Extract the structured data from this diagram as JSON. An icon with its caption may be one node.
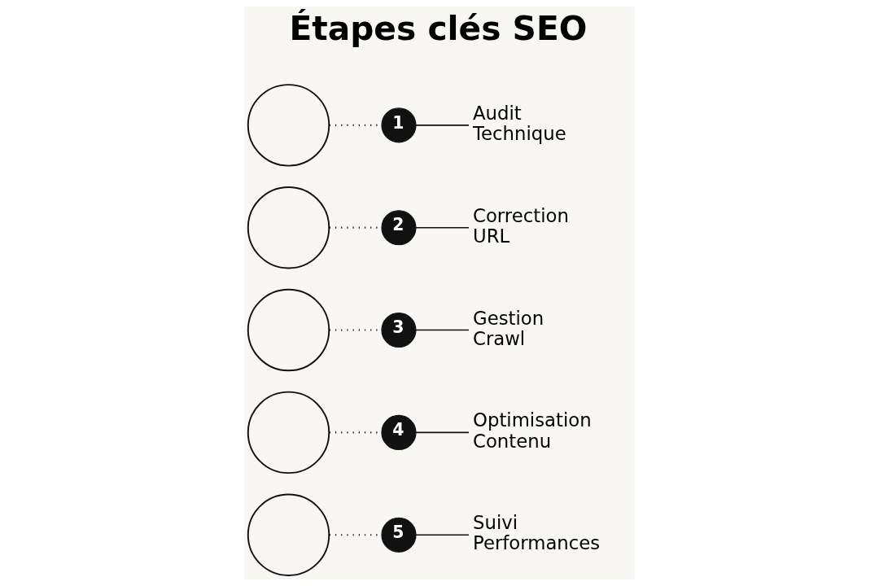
{
  "diagram": {
    "title": "Étapes clés SEO",
    "nodes": [
      {
        "text": [],
        "shape": "circle"
      },
      {
        "text": [
          "1"
        ]
      },
      {
        "text": [
          "Audit Technique"
        ]
      },
      {
        "text": [],
        "shape": "circle"
      },
      {
        "text": [
          "2"
        ]
      },
      {
        "text": [
          "Correction URL"
        ]
      },
      {
        "text": [],
        "shape": "circle"
      },
      {
        "text": [
          "3"
        ]
      },
      {
        "text": [
          "Gestion Crawl"
        ]
      },
      {
        "text": [],
        "shape": "circle"
      },
      {
        "text": [
          "4"
        ]
      },
      {
        "text": [
          "Optimisation Contenu"
        ]
      },
      {
        "text": [],
        "shape": "circle"
      },
      {
        "text": [
          "5"
        ]
      },
      {
        "text": [
          "Suivi Performances"
        ]
      }
    ],
    "edges": [
      {
        "from": 0,
        "to": 1,
        "arrow": "none",
        "style": "dashed"
      },
      {
        "from": 1,
        "to": 2,
        "arrow": "none"
      },
      {
        "from": 3,
        "to": 4,
        "arrow": "none",
        "style": "dashed"
      },
      {
        "from": 4,
        "to": 5,
        "arrow": "none"
      },
      {
        "from": 6,
        "to": 7,
        "arrow": "none",
        "style": "dashed"
      },
      {
        "from": 7,
        "to": 8,
        "arrow": "none"
      },
      {
        "from": 9,
        "to": 10,
        "arrow": "none",
        "style": "dashed"
      },
      {
        "from": 10,
        "to": 11,
        "arrow": "none"
      },
      {
        "from": 12,
        "to": 13,
        "arrow": "none",
        "style": "dashed"
      },
      {
        "from": 13,
        "to": 14,
        "arrow": "none"
      }
    ]
  }
}
